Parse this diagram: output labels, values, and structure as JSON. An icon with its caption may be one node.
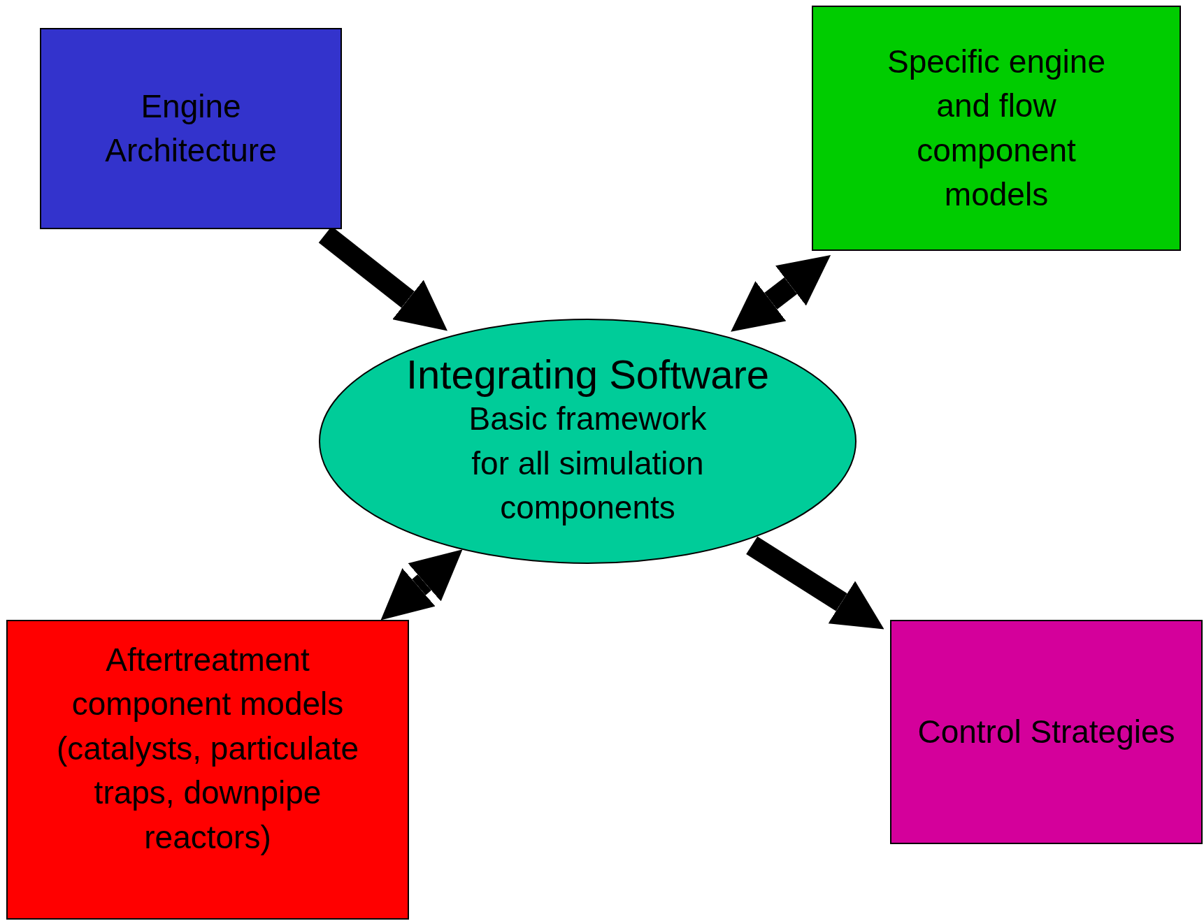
{
  "diagram": {
    "nodes": [
      {
        "text": [
          "Engine Architecture"
        ]
      },
      {
        "text": [
          "Specific engine and flow component models"
        ]
      },
      {
        "text": [
          "Integrating Software",
          "Basic framework for all simulation components"
        ]
      },
      {
        "text": [
          "Aftertreatment component models (catalysts, particulate traps, downpipe reactors)"
        ]
      },
      {
        "text": [
          "Control Strategies"
        ]
      }
    ],
    "edges": [
      {
        "from": 0,
        "to": 2,
        "arrow": "to"
      },
      {
        "from": 2,
        "to": 1,
        "arrow": "both"
      },
      {
        "from": 2,
        "to": 4,
        "arrow": "to"
      },
      {
        "from": 2,
        "to": 3,
        "arrow": "both"
      }
    ]
  }
}
